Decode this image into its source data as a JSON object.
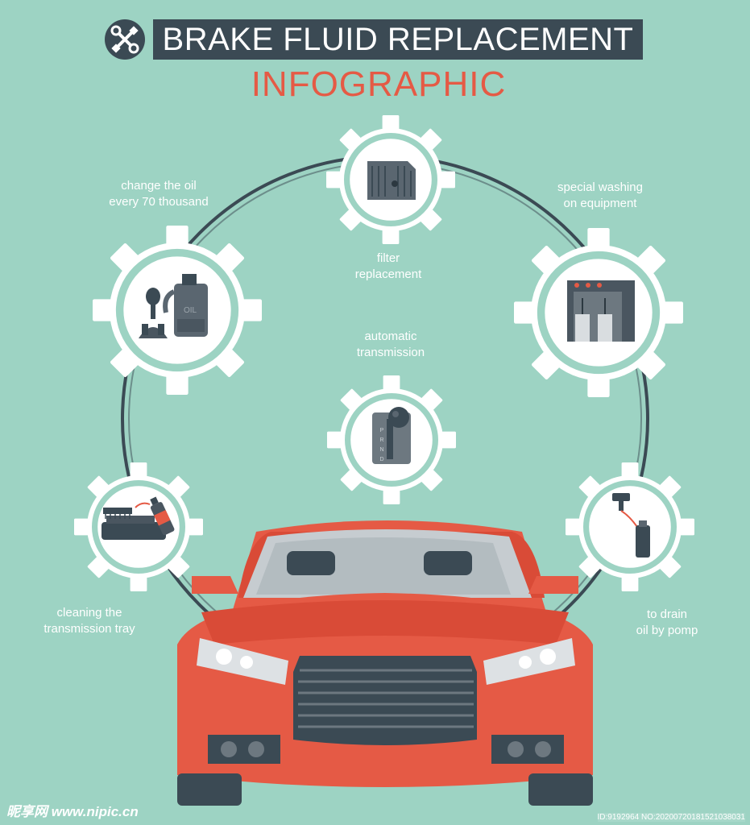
{
  "header": {
    "title": "BRAKE FLUID REPLACEMENT",
    "subtitle": "INFOGRAPHIC"
  },
  "steps": [
    {
      "id": "filter",
      "label_line1": "filter",
      "label_line2": "replacement",
      "icon": "filter-icon"
    },
    {
      "id": "oil",
      "label_line1": "change the oil",
      "label_line2": "every 70 thousand",
      "icon": "oil-canister-icon"
    },
    {
      "id": "washing",
      "label_line1": "special washing",
      "label_line2": "on equipment",
      "icon": "washing-equipment-icon"
    },
    {
      "id": "automatic",
      "label_line1": "automatic",
      "label_line2": "transmission",
      "icon": "gear-shifter-icon"
    },
    {
      "id": "tray",
      "label_line1": "cleaning the",
      "label_line2": "transmission tray",
      "icon": "transmission-tray-icon"
    },
    {
      "id": "pump",
      "label_line1": "to drain",
      "label_line2": "oil by pomp",
      "icon": "pump-icon"
    }
  ],
  "shifter_letters": [
    "P",
    "R",
    "N",
    "D"
  ],
  "oil_text": "OIL",
  "watermark": {
    "left": "昵享网 www.nipic.cn",
    "right": "ID:9192964 NO:20200720181521038031"
  },
  "colors": {
    "background": "#9dd3c3",
    "title_bar": "#3b4a54",
    "accent_red": "#e55a45",
    "ring": "#3b4a54",
    "gear_fill": "#ffffff",
    "gear_ring": "#9dd3c3"
  }
}
